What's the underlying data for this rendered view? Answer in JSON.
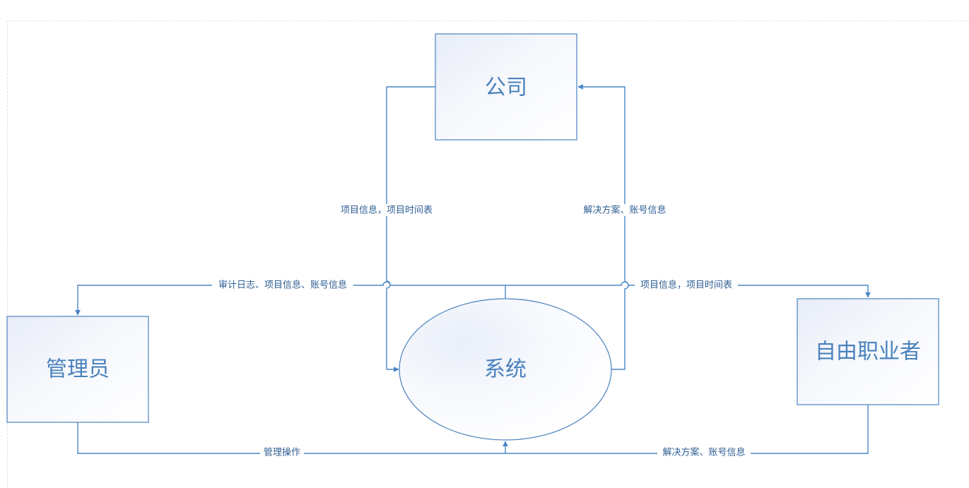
{
  "nodes": {
    "company": {
      "label": "公司"
    },
    "admin": {
      "label": "管理员"
    },
    "system": {
      "label": "系统"
    },
    "freelancer": {
      "label": "自由职业者"
    }
  },
  "edges": {
    "company_to_system": {
      "label": "项目信息，项目时间表"
    },
    "system_to_company": {
      "label": "解决方案、账号信息"
    },
    "system_to_admin": {
      "label": "审计日志、项目信息、账号信息"
    },
    "system_to_freelancer": {
      "label": "项目信息，项目时间表"
    },
    "admin_to_system": {
      "label": "管理操作"
    },
    "freelancer_to_system": {
      "label": "解决方案、账号信息"
    }
  },
  "colors": {
    "line": "#4a87c4",
    "node_border": "#4a82bd",
    "node_fill_light": "#f7f9fd",
    "node_fill_dark": "#e8edf8",
    "text": "#4a82bd"
  }
}
